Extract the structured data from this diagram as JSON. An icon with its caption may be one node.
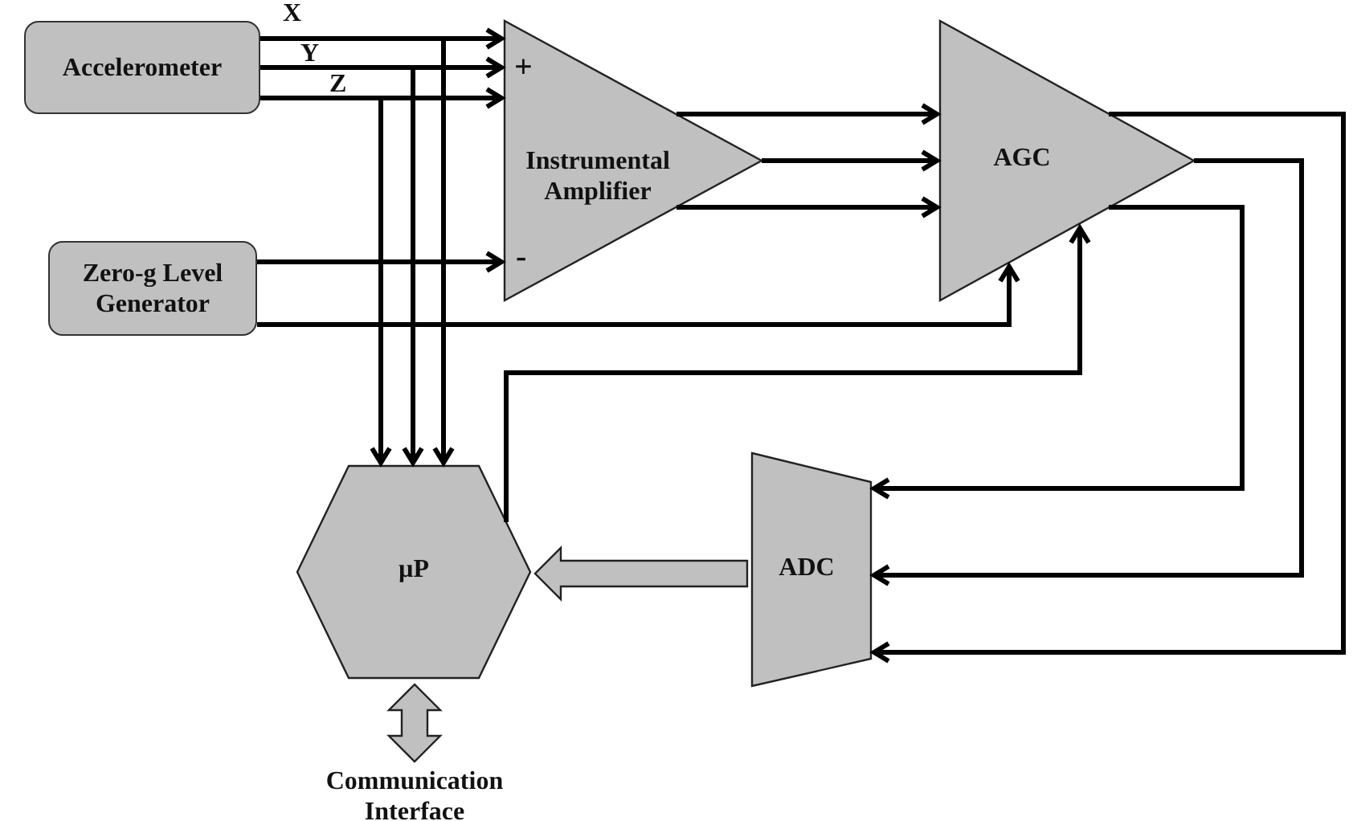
{
  "diagram": {
    "nodes": [
      {
        "text": [
          "Accelerometer"
        ]
      },
      {
        "text": [
          "Instrumental Amplifier"
        ]
      },
      {
        "text": [
          "AGC"
        ]
      },
      {
        "text": [
          "Zero-g Level Generator"
        ]
      },
      {
        "text": [
          "µP"
        ]
      },
      {
        "text": [
          "ADC"
        ]
      },
      {
        "text": [
          "Communication Interface"
        ]
      }
    ],
    "edges": [
      {
        "from": 0,
        "to": 1,
        "arrow": "to",
        "label": "X"
      },
      {
        "from": 0,
        "to": 1,
        "arrow": "to",
        "label": "Y"
      },
      {
        "from": 0,
        "to": 1,
        "arrow": "to",
        "label": "Z"
      },
      {
        "from": 0,
        "to": 4,
        "arrow": "to"
      },
      {
        "from": 0,
        "to": 4,
        "arrow": "to"
      },
      {
        "from": 0,
        "to": 4,
        "arrow": "to"
      },
      {
        "from": 3,
        "to": 1,
        "arrow": "to"
      },
      {
        "from": 3,
        "to": 2,
        "arrow": "to"
      },
      {
        "from": 1,
        "to": 2,
        "arrow": "to"
      },
      {
        "from": 1,
        "to": 2,
        "arrow": "to"
      },
      {
        "from": 1,
        "to": 2,
        "arrow": "to"
      },
      {
        "from": 2,
        "to": 5,
        "arrow": "to"
      },
      {
        "from": 2,
        "to": 5,
        "arrow": "to"
      },
      {
        "from": 2,
        "to": 5,
        "arrow": "to"
      },
      {
        "from": 4,
        "to": 2,
        "arrow": "to"
      },
      {
        "from": 5,
        "to": 4,
        "arrow": "to",
        "style": "thick",
        "color": "#c0c0c0"
      },
      {
        "from": 4,
        "to": 6,
        "arrow": "both",
        "style": "thick",
        "color": "#c0c0c0"
      }
    ],
    "labels": [
      "+",
      "-"
    ]
  }
}
